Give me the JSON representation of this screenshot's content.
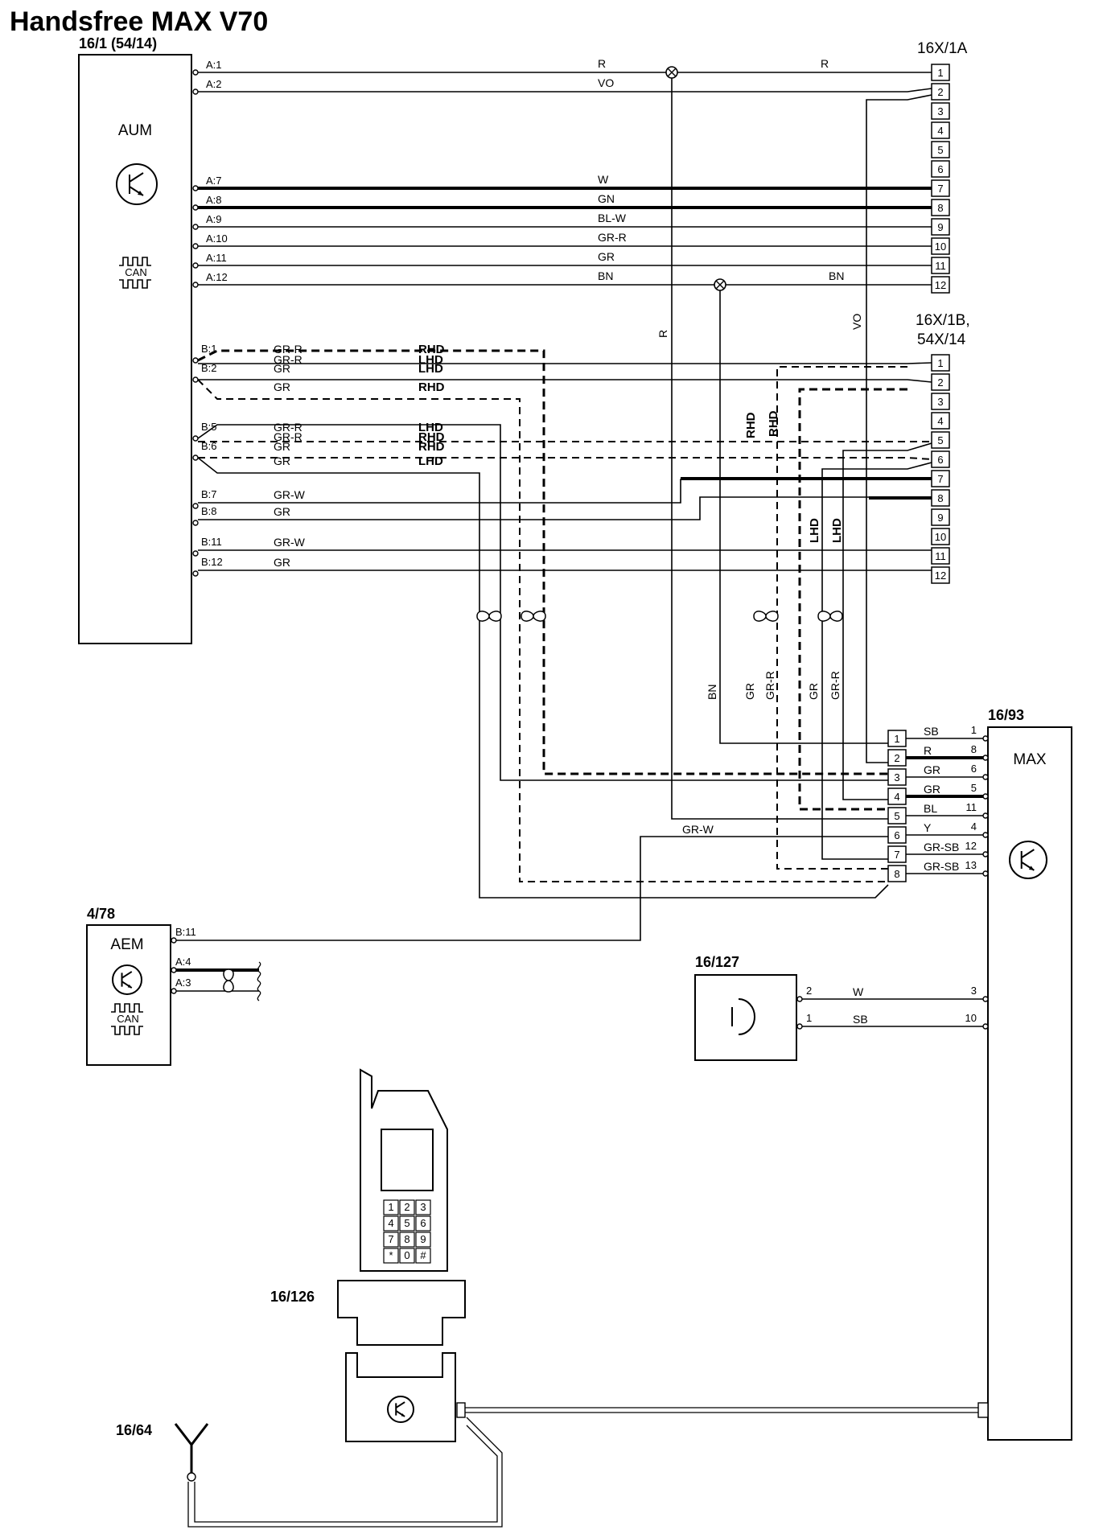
{
  "title": "Handsfree MAX V70",
  "components": {
    "aum": {
      "id": "16/1 (54/14)",
      "name": "AUM",
      "can": "CAN"
    },
    "c16x1a": {
      "id": "16X/1A",
      "pins": [
        "1",
        "2",
        "3",
        "4",
        "5",
        "6",
        "7",
        "8",
        "9",
        "10",
        "11",
        "12"
      ]
    },
    "c16x1b": {
      "id_line1": "16X/1B,",
      "id_line2": "54X/14",
      "pins": [
        "1",
        "2",
        "3",
        "4",
        "5",
        "6",
        "7",
        "8",
        "9",
        "10",
        "11",
        "12"
      ]
    },
    "max": {
      "id": "16/93",
      "name": "MAX",
      "plug_pins": [
        "1",
        "2",
        "3",
        "4",
        "5",
        "6",
        "7",
        "8"
      ]
    },
    "aem": {
      "id": "4/78",
      "name": "AEM",
      "can": "CAN"
    },
    "mic": {
      "id": "16/127"
    },
    "cradle": {
      "id": "16/126"
    },
    "antenna": {
      "id": "16/64"
    },
    "phone_keys": [
      "1",
      "2",
      "3",
      "4",
      "5",
      "6",
      "7",
      "8",
      "9",
      "*",
      "0",
      "#"
    ]
  },
  "wires_a": [
    {
      "pin": "A:1",
      "color": "R",
      "color2": "R",
      "to": "1"
    },
    {
      "pin": "A:2",
      "color": "VO",
      "to": "2"
    },
    {
      "pin": "A:7",
      "color": "W",
      "to": "7"
    },
    {
      "pin": "A:8",
      "color": "GN",
      "to": "8"
    },
    {
      "pin": "A:9",
      "color": "BL-W",
      "to": "9"
    },
    {
      "pin": "A:10",
      "color": "GR-R",
      "to": "10"
    },
    {
      "pin": "A:11",
      "color": "GR",
      "to": "11"
    },
    {
      "pin": "A:12",
      "color": "BN",
      "color2": "BN",
      "to": "12"
    }
  ],
  "wires_b": [
    {
      "pin": "B:1",
      "color": "GR-R",
      "variant": "RHD"
    },
    {
      "color": "GR-R",
      "variant": "LHD"
    },
    {
      "pin": "B:2",
      "color": "GR",
      "variant": "LHD"
    },
    {
      "color": "GR",
      "variant": "RHD"
    },
    {
      "pin": "B:5",
      "color": "GR-R",
      "variant": "LHD"
    },
    {
      "color": "GR-R",
      "variant": "RHD"
    },
    {
      "pin": "B:6",
      "color": "GR",
      "variant": "RHD"
    },
    {
      "color": "GR",
      "variant": "LHD"
    },
    {
      "pin": "B:7",
      "color": "GR-W"
    },
    {
      "pin": "B:8",
      "color": "GR"
    },
    {
      "pin": "B:11",
      "color": "GR-W"
    },
    {
      "pin": "B:12",
      "color": "GR"
    }
  ],
  "vertical_labels": {
    "r": "R",
    "vo": "VO",
    "rhd1": "RHD",
    "rhd2": "RHD",
    "lhd1": "LHD",
    "lhd2": "LHD",
    "bn": "BN",
    "gr1": "GR",
    "grr1": "GR-R",
    "gr2": "GR",
    "grr2": "GR-R"
  },
  "max_pins": [
    {
      "plug": "1",
      "color": "SB",
      "pin": "1"
    },
    {
      "plug": "2",
      "color": "R",
      "pin": "8"
    },
    {
      "plug": "3",
      "color": "GR",
      "pin": "6"
    },
    {
      "plug": "4",
      "color": "GR",
      "pin": "5"
    },
    {
      "plug": "5",
      "color": "BL",
      "pin": "11"
    },
    {
      "plug": "6",
      "color": "Y",
      "pin": "4"
    },
    {
      "plug": "7",
      "color": "GR-SB",
      "pin": "12"
    },
    {
      "plug": "8",
      "color": "GR-SB",
      "pin": "13"
    }
  ],
  "aem_wires": [
    {
      "pin": "B:11",
      "color": "GR-W"
    },
    {
      "pin": "A:4"
    },
    {
      "pin": "A:3"
    }
  ],
  "mic_wires": [
    {
      "pin": "2",
      "color": "W",
      "max_pin": "3"
    },
    {
      "pin": "1",
      "color": "SB",
      "max_pin": "10"
    }
  ]
}
